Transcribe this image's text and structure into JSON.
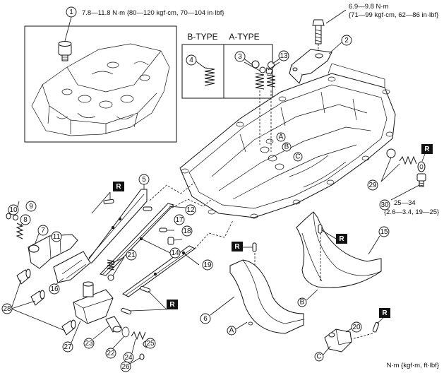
{
  "torque": {
    "part1": "7.8—11.8 N·m {80—120 kgf·cm, 70—104 in·lbf}",
    "part2_line1": "6.9—9.8 N·m",
    "part2_line2": "{71—99 kgf·cm, 62—86 in·lbf}",
    "part30_line1": "25—34",
    "part30_line2": "{2.6—3.4, 19—25}"
  },
  "types": {
    "b_type": "B-TYPE",
    "a_type": "A-TYPE"
  },
  "hole_markers": {
    "a": "A",
    "b": "B",
    "c": "C"
  },
  "replace_mark": "R",
  "units": "N·m {kgf·m, ft·lbf}",
  "callouts": [
    "1",
    "2",
    "3",
    "4",
    "5",
    "6",
    "7",
    "8",
    "9",
    "10",
    "11",
    "12",
    "13",
    "14",
    "15",
    "16",
    "17",
    "18",
    "19",
    "20",
    "21",
    "22",
    "23",
    "24",
    "25",
    "26",
    "27",
    "28",
    "29",
    "30"
  ]
}
